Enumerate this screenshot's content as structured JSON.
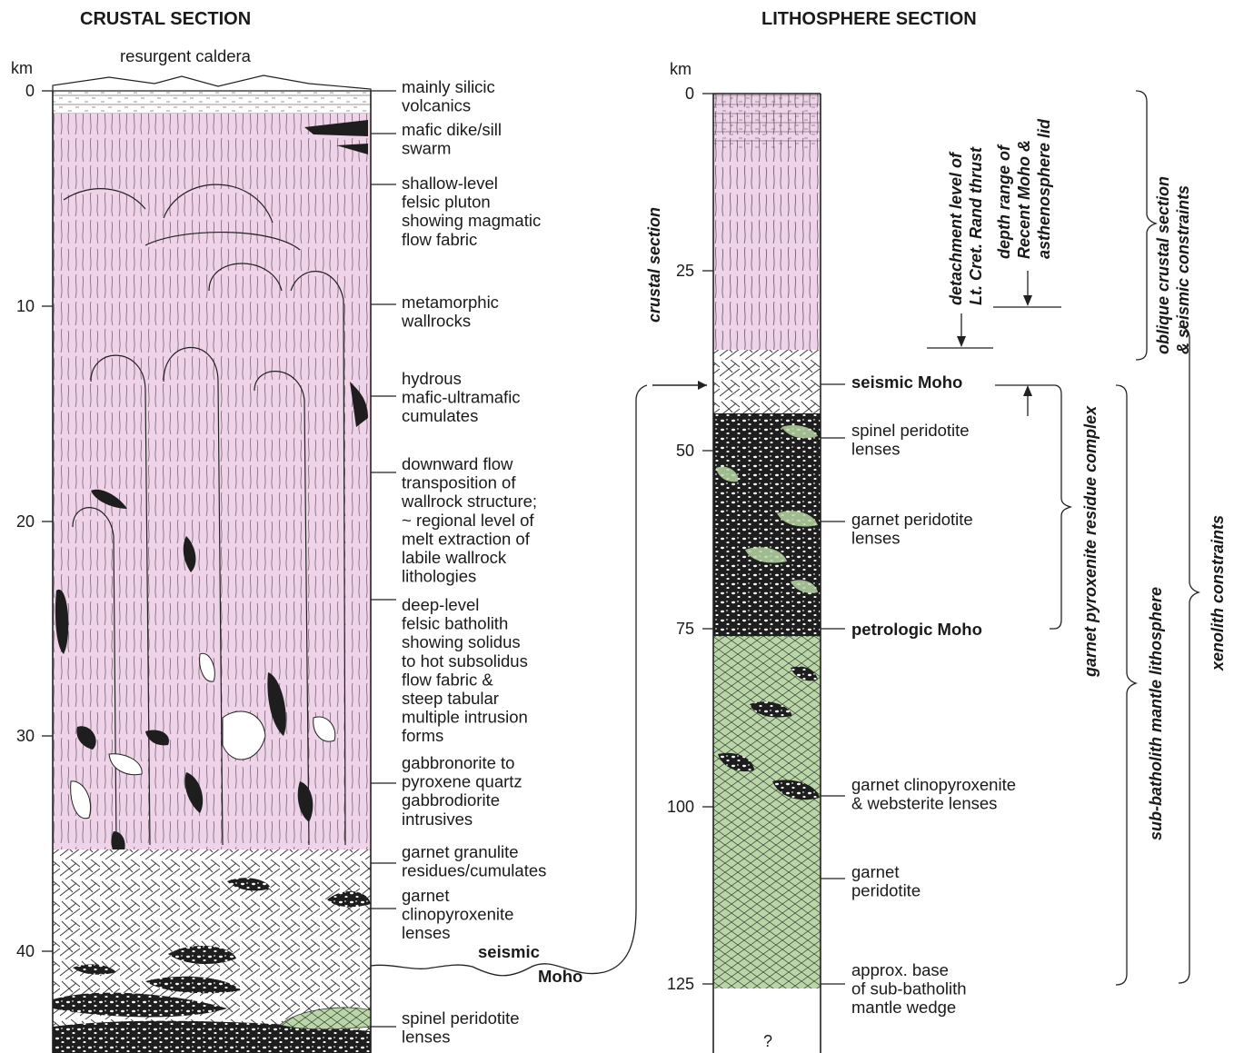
{
  "titles": {
    "crustal": "CRUSTAL SECTION",
    "lithosphere": "LITHOSPHERE SECTION"
  },
  "crustal": {
    "top_label": "resurgent caldera",
    "km_label": "km",
    "ticks": [
      "0",
      "10",
      "20",
      "30",
      "40"
    ],
    "labels": [
      [
        "mainly silicic",
        "volcanics"
      ],
      [
        "mafic dike/sill",
        "swarm"
      ],
      [
        "shallow-level",
        "felsic pluton",
        "showing magmatic",
        "flow fabric"
      ],
      [
        "metamorphic",
        "wallrocks"
      ],
      [
        "hydrous",
        "mafic-ultramafic",
        "cumulates"
      ],
      [
        "downward flow",
        "transposition of",
        "wallrock structure;",
        "~ regional level of",
        "melt extraction of",
        "labile wallrock",
        "lithologies"
      ],
      [
        "deep-level",
        "felsic batholith",
        "showing solidus",
        "to hot subsolidus",
        "flow fabric &",
        "steep tabular",
        "multiple intrusion",
        "forms"
      ],
      [
        "gabbronorite to",
        "pyroxene quartz",
        "gabbrodiorite",
        "intrusives"
      ],
      [
        "garnet granulite",
        "residues/cumulates"
      ],
      [
        "garnet",
        "clinopyroxenite",
        "lenses"
      ],
      [
        "spinel peridotite",
        "lenses"
      ]
    ],
    "moho_label": [
      "seismic",
      "Moho"
    ]
  },
  "lithosphere": {
    "km_label": "km",
    "ticks": [
      "0",
      "25",
      "50",
      "75",
      "100",
      "125"
    ],
    "crustal_section_label": "crustal section",
    "labels": [
      [
        "seismic Moho"
      ],
      [
        "spinel peridotite",
        "lenses"
      ],
      [
        "garnet peridotite",
        "lenses"
      ],
      [
        "petrologic Moho"
      ],
      [
        "garnet clinopyroxenite",
        "& websterite lenses"
      ],
      [
        "garnet",
        "peridotite"
      ],
      [
        "approx. base",
        "of sub-batholith",
        "mantle wedge"
      ]
    ],
    "unknown_mark": "?",
    "detachment_label": [
      "detachment level of",
      "Lt. Cret. Rand thrust"
    ],
    "depth_range_label": [
      "depth range of",
      "Recent Moho &",
      "asthenosphere lid"
    ],
    "bracket_labels": {
      "garnet_pyroxenite": "garnet pyroxenite residue complex",
      "sub_batholith": "sub-batholith mantle lithosphere",
      "oblique_crustal": [
        "oblique crustal section",
        "& seismic constraints"
      ],
      "xenolith": "xenolith constraints"
    }
  },
  "colors": {
    "crust_pink": "#efd3e8",
    "mantle_green": "#b9d7a6",
    "ink": "#1a1a1a"
  }
}
